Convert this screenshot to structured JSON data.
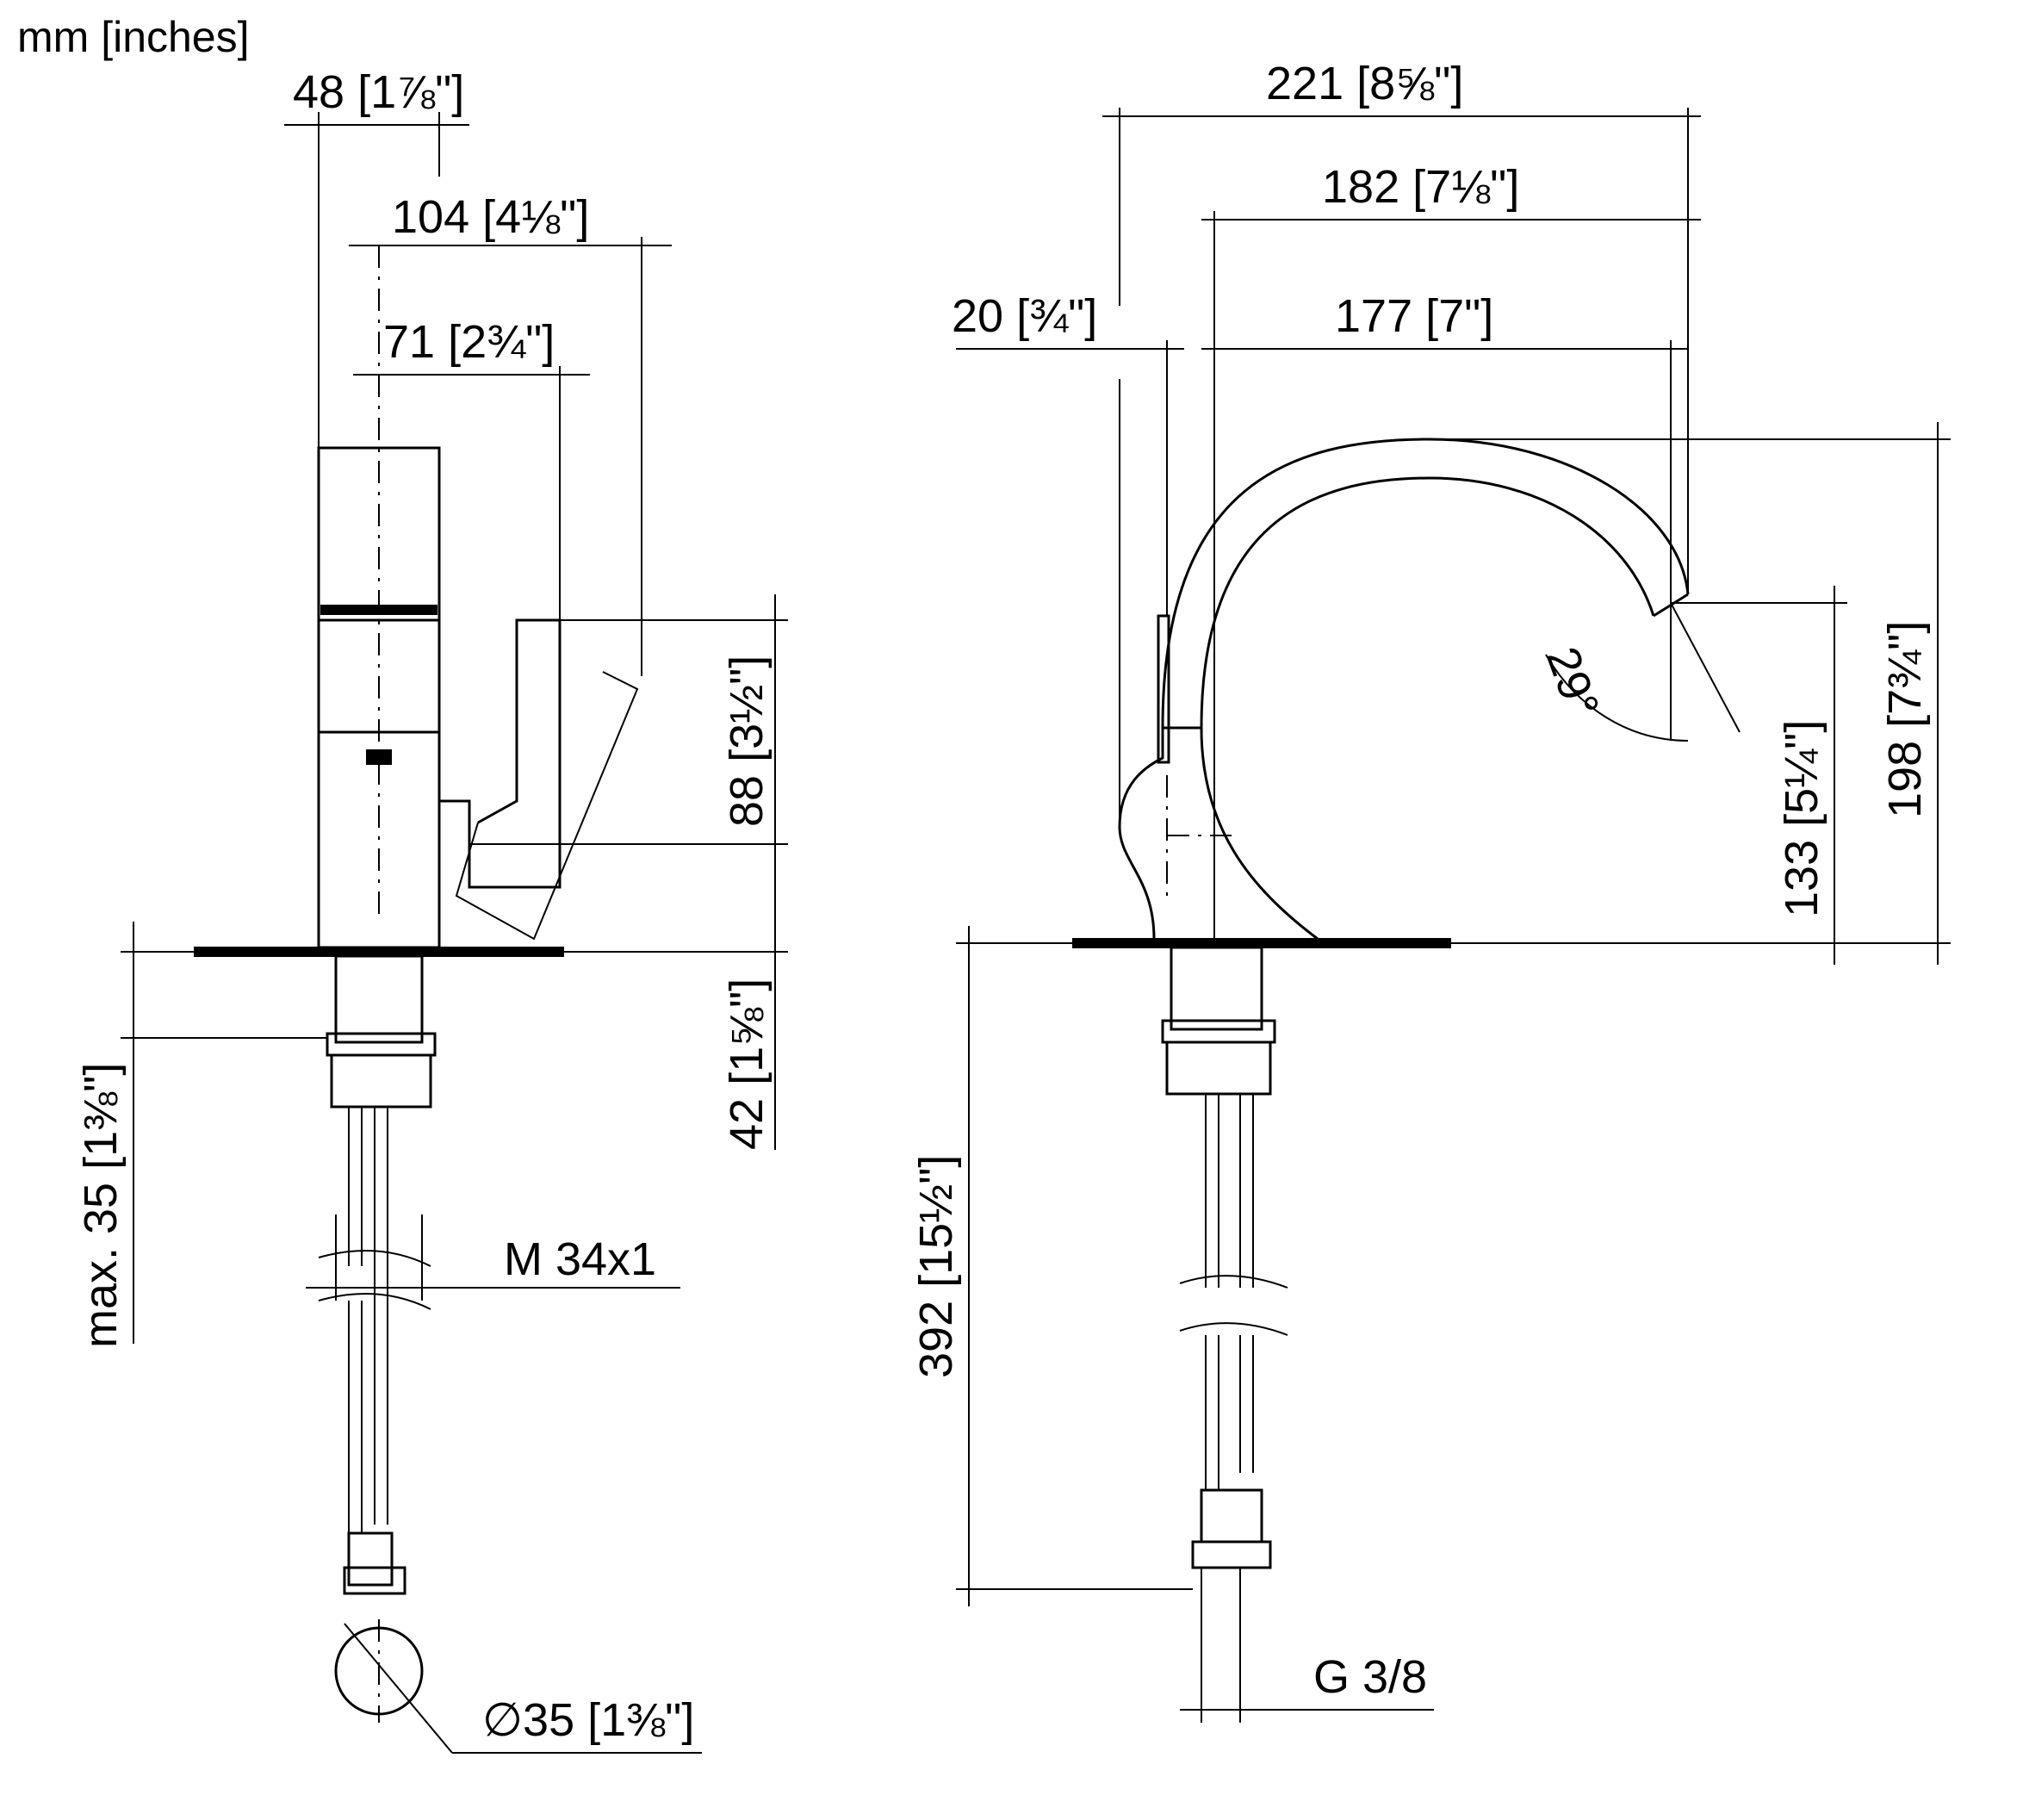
{
  "units_label": "mm [inches]",
  "dimensions": {
    "d48": "48 [1⅞\"]",
    "d104": "104 [4⅛\"]",
    "d71": "71 [2¾\"]",
    "d88": "88 [3½\"]",
    "d42": "42 [1⅝\"]",
    "dmax35": "max. 35 [1⅜\"]",
    "m34": "M 34x1",
    "dia35": "∅35 [1⅜\"]",
    "d221": "221 [8⅝\"]",
    "d182": "182 [7⅛\"]",
    "d20": "20 [¾\"]",
    "d177": "177 [7\"]",
    "d198": "198 [7¾\"]",
    "d133": "133 [5¼\"]",
    "d392": "392 [15½\"]",
    "angle29": "29°",
    "g38": "G 3/8"
  }
}
